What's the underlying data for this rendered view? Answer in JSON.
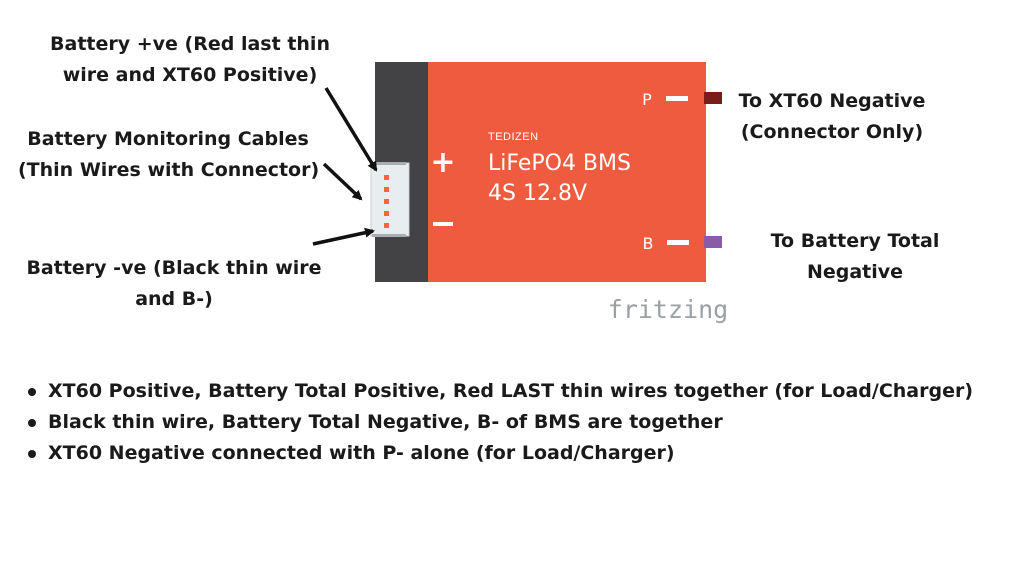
{
  "labels": {
    "battery_positive": [
      "Battery +ve (Red last thin",
      "wire and XT60 Positive)"
    ],
    "monitoring_cables": [
      "Battery Monitoring Cables",
      "(Thin Wires with Connector)"
    ],
    "battery_negative": [
      "Battery -ve (Black thin wire",
      "and B-)"
    ],
    "xt60_negative": [
      "To XT60 Negative",
      "(Connector Only)"
    ],
    "battery_total_negative": [
      "To Battery Total",
      "Negative"
    ]
  },
  "bms": {
    "brand": "TEDIZEN",
    "model": "LiFePO4 BMS",
    "spec": "4S 12.8V",
    "plus_symbol": "+",
    "minus_symbol": "−",
    "p_terminal": "P",
    "b_terminal": "B",
    "body_color": "#ef5b3f",
    "side_color": "#434345",
    "p_wire_color": "#7a1c1c",
    "b_wire_color": "#8a5ca8"
  },
  "watermark": "fritzing",
  "notes": [
    "XT60 Positive, Battery Total Positive, Red LAST thin wires together (for Load/Charger)",
    "Black thin wire, Battery Total Negative, B- of BMS are together",
    "XT60 Negative connected with P- alone (for Load/Charger)"
  ]
}
